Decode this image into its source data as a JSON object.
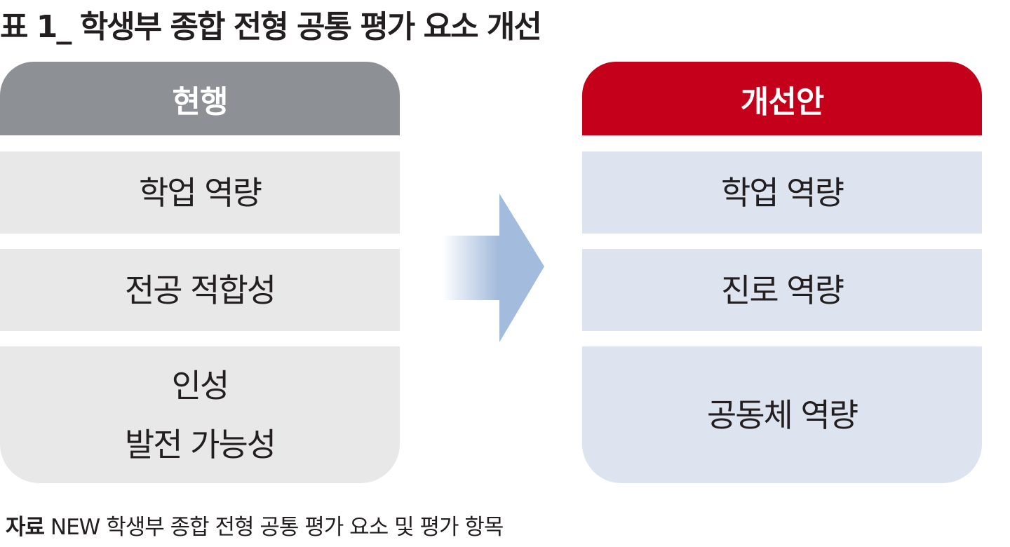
{
  "title": "표 1_ 학생부 종합 전형 공통 평가 요소 개선",
  "current": {
    "header": "현행",
    "items": [
      {
        "lines": [
          "학업 역량"
        ]
      },
      {
        "lines": [
          "전공 적합성"
        ]
      },
      {
        "lines": [
          "인성",
          "발전 가능성"
        ]
      }
    ]
  },
  "improved": {
    "header": "개선안",
    "items": [
      {
        "lines": [
          "학업 역량"
        ]
      },
      {
        "lines": [
          "진로 역량"
        ]
      },
      {
        "lines": [
          "공동체 역량"
        ]
      }
    ]
  },
  "arrow_icon": "right-arrow-icon",
  "source": {
    "label": "자료",
    "text": "NEW 학생부 종합 전형 공통 평가 요소 및 평가 항목"
  },
  "colors": {
    "current_header": "#8d9196",
    "current_cell": "#e8e8e8",
    "improved_header": "#c4001a",
    "improved_cell": "#dde4f0",
    "arrow": "#a3bbdc"
  }
}
